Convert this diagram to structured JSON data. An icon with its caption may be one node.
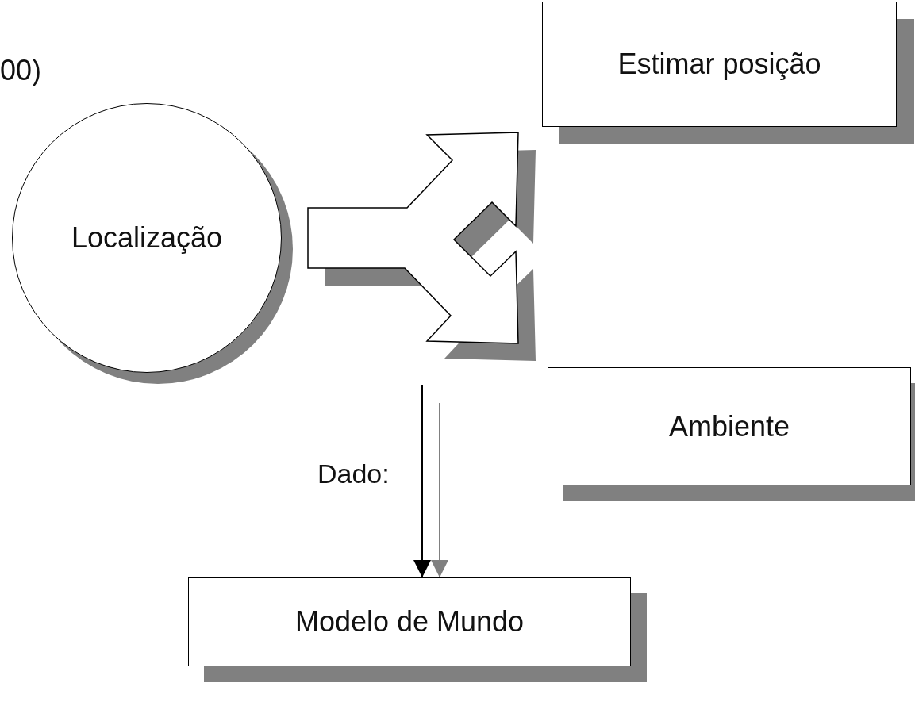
{
  "diagram": {
    "nodes": [
      {
        "text": [
          "Estimar posição"
        ]
      },
      {
        "text": [
          "Localização"
        ]
      },
      {
        "text": [
          "Ambiente"
        ]
      },
      {
        "text": [
          "Modelo de Mundo"
        ]
      }
    ],
    "edges": [
      {
        "from": null,
        "to": 3,
        "arrow": "to",
        "label": "Dado:"
      },
      {
        "from": null,
        "to": 3,
        "arrow": "to",
        "color": "#808080"
      }
    ],
    "labels": [
      "00)"
    ]
  }
}
